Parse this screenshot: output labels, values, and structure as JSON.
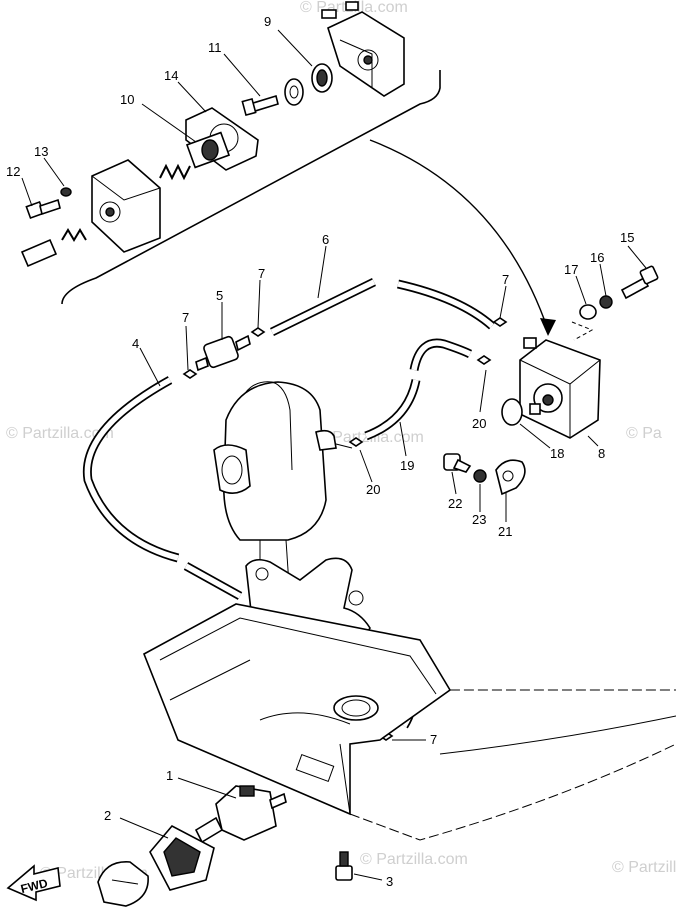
{
  "watermarks": [
    "© Partzilla.com",
    "© Partzilla.com",
    "© Partzilla.com",
    "© Partzilla.com",
    "© Partzilla.com",
    "© Partzilla.com",
    "© Pa"
  ],
  "direction_label": "FWD",
  "callouts": [
    "1",
    "2",
    "3",
    "4",
    "5",
    "6",
    "7",
    "8",
    "9",
    "10",
    "11",
    "12",
    "13",
    "14",
    "15",
    "16",
    "17",
    "18",
    "19",
    "20",
    "21",
    "22",
    "23"
  ],
  "callout_seven_repeats": [
    "7",
    "7",
    "7",
    "7"
  ],
  "callout_twenty_repeat": "20"
}
